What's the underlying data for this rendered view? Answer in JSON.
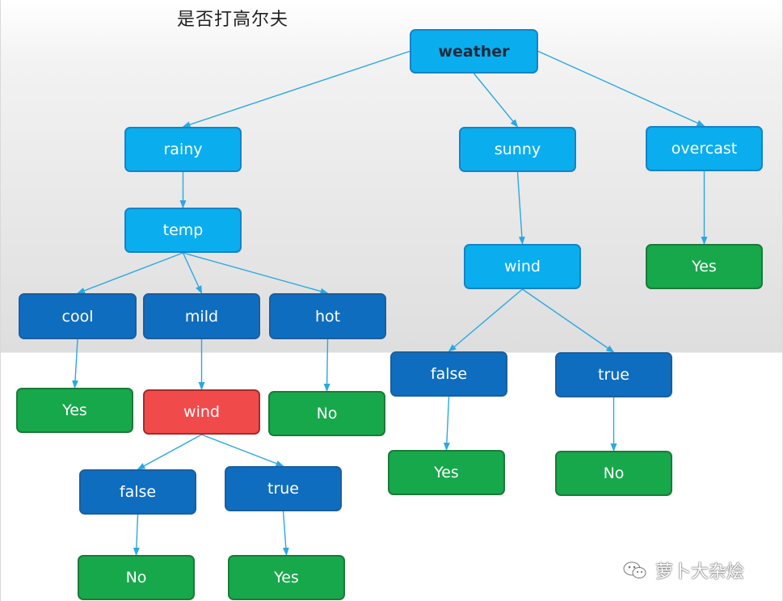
{
  "title": "是否打高尔夫",
  "colors": {
    "light_node": "#0aaeef",
    "dark_node": "#0f6dc0",
    "leaf_green": "#17a84b",
    "highlight_red": "#f14a4a",
    "edge": "#2aa8e0"
  },
  "nodes": {
    "weather": "weather",
    "rainy": "rainy",
    "sunny": "sunny",
    "overcast": "overcast",
    "temp": "temp",
    "wind_sunny": "wind",
    "yes_overcast": "Yes",
    "cool": "cool",
    "mild": "mild",
    "hot": "hot",
    "false_sunny": "false",
    "true_sunny": "true",
    "yes_cool": "Yes",
    "wind_mild": "wind",
    "no_hot": "No",
    "yes_false_sunny": "Yes",
    "no_true_sunny": "No",
    "false_mild": "false",
    "true_mild": "true",
    "no_false_mild": "No",
    "yes_true_mild": "Yes"
  },
  "edges": [
    [
      "weather",
      "rainy"
    ],
    [
      "weather",
      "sunny"
    ],
    [
      "weather",
      "overcast"
    ],
    [
      "rainy",
      "temp"
    ],
    [
      "sunny",
      "wind_sunny"
    ],
    [
      "overcast",
      "yes_overcast"
    ],
    [
      "temp",
      "cool"
    ],
    [
      "temp",
      "mild"
    ],
    [
      "temp",
      "hot"
    ],
    [
      "wind_sunny",
      "false_sunny"
    ],
    [
      "wind_sunny",
      "true_sunny"
    ],
    [
      "cool",
      "yes_cool"
    ],
    [
      "mild",
      "wind_mild"
    ],
    [
      "hot",
      "no_hot"
    ],
    [
      "false_sunny",
      "yes_false_sunny"
    ],
    [
      "true_sunny",
      "no_true_sunny"
    ],
    [
      "wind_mild",
      "false_mild"
    ],
    [
      "wind_mild",
      "true_mild"
    ],
    [
      "false_mild",
      "no_false_mild"
    ],
    [
      "true_mild",
      "yes_true_mild"
    ]
  ],
  "watermark": "萝卜大杂烩",
  "watermark_icon": "wechat-icon"
}
